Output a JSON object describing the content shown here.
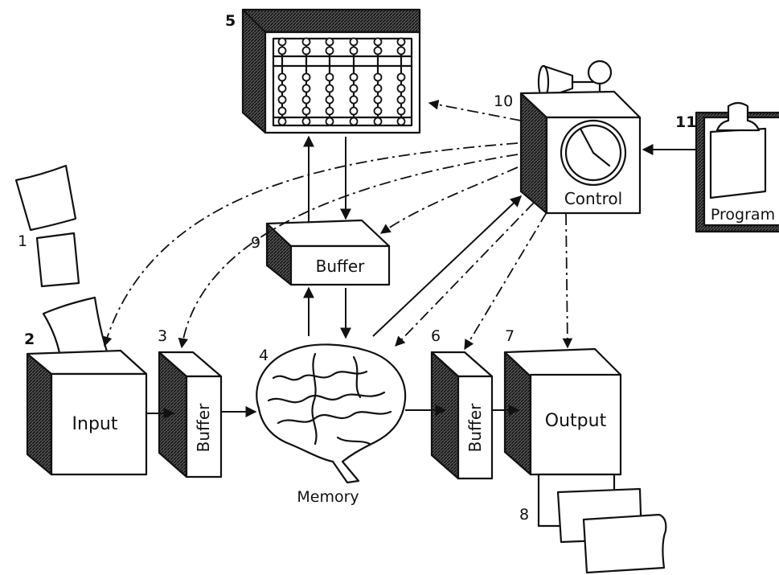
{
  "labels": {
    "input": "Input",
    "buffer_left": "Buffer",
    "buffer_top": "Buffer",
    "buffer_right": "Buffer",
    "memory": "Memory",
    "output": "Output",
    "control": "Control",
    "program": "Program"
  },
  "numbers": {
    "n1": "1",
    "n2": "2",
    "n3": "3",
    "n4": "4",
    "n5": "5",
    "n6": "6",
    "n7": "7",
    "n8": "8",
    "n9": "9",
    "n10": "10",
    "n11": "11"
  },
  "icons": {
    "memory": "brain-icon",
    "storage": "abacus-icon",
    "control_clock": "clock-icon",
    "control_horn": "horn-icon",
    "control_bell": "bell-icon",
    "program": "clipboard-icon",
    "input_cards": "punch-card-icon",
    "output_sheets": "paper-sheet-icon"
  }
}
